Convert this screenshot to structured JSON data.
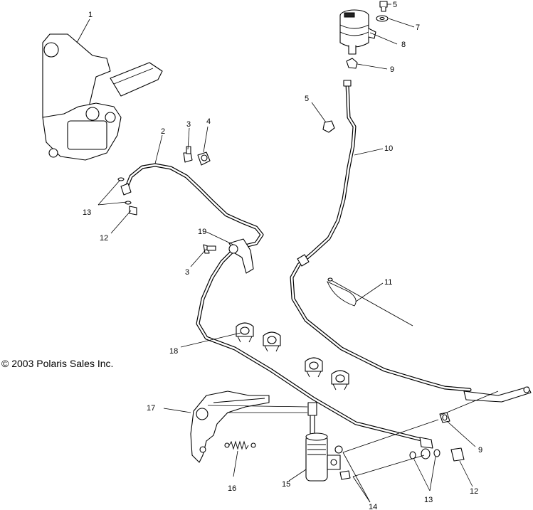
{
  "copyright": "© 2003 Polaris Sales Inc.",
  "callouts": {
    "n1": "1",
    "n2": "2",
    "n3a": "3",
    "n3b": "3",
    "n4": "4",
    "n5a": "5",
    "n5b": "5",
    "n7": "7",
    "n8": "8",
    "n9a": "9",
    "n9b": "9",
    "n10": "10",
    "n11": "11",
    "n12a": "12",
    "n12b": "12",
    "n13a": "13",
    "n13b": "13",
    "n14": "14",
    "n15": "15",
    "n16": "16",
    "n17": "17",
    "n18": "18",
    "n19": "19"
  }
}
